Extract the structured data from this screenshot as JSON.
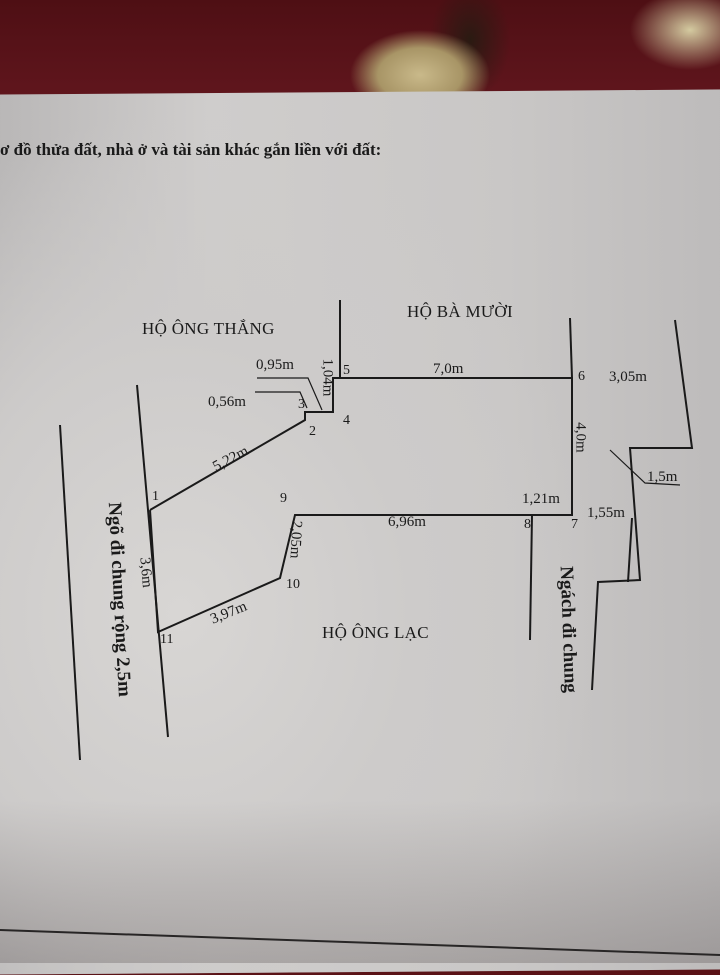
{
  "heading": "ơ đồ thửa đất, nhà ở và tài sản khác gắn liền với đất:",
  "neighbors": {
    "north_west": "HỘ ÔNG THẮNG",
    "north": "HỘ BÀ MƯỜI",
    "south": "HỘ ÔNG LẠC"
  },
  "roads": {
    "west": "Ngõ đi chung rộng 2,5m",
    "east": "Ngách đi chung"
  },
  "points": [
    "1",
    "2",
    "3",
    "4",
    "5",
    "6",
    "7",
    "8",
    "9",
    "10",
    "11"
  ],
  "dimensions": {
    "d_1_2": "5,22m",
    "d_2_3": "0,56m",
    "d_3_4": "0,95m",
    "d_4_5": "1,04m",
    "d_5_6": "7,0m",
    "d_6_7": "4,0m",
    "d_7_8": "1,21m",
    "d_8_9": "6,96m",
    "d_9_10": "2,05m",
    "d_10_11": "3,97m",
    "d_11_1": "3,6m",
    "east_top": "3,05m",
    "east_mid": "1,5m",
    "east_7": "1,55m"
  },
  "colors": {
    "line": "#1a1a1a",
    "paper": "#cfcdcc",
    "carpet": "#5a1216"
  }
}
